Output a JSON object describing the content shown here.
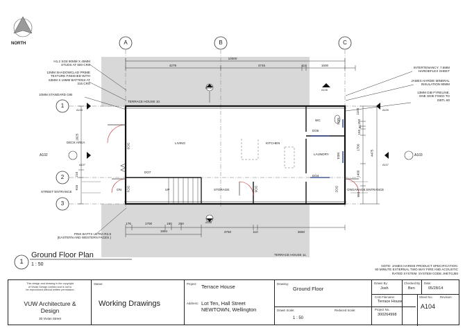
{
  "north": {
    "label": "NORTH"
  },
  "grid": {
    "columns": [
      "A",
      "B",
      "C"
    ],
    "rows": [
      "1",
      "2",
      "3"
    ]
  },
  "dimensions": {
    "overall_top": "10000",
    "top_segments": [
      "4279",
      "3745",
      "110",
      "1600"
    ],
    "bottom_segments": [
      "176",
      "1700",
      "160",
      "250",
      "3750",
      "110",
      "3660"
    ],
    "bottom_sub": "1994",
    "right_stack": [
      "1100",
      "250",
      "80",
      "150",
      "1700",
      "1400",
      "990"
    ],
    "right_total": "4475",
    "left_stack": [
      "1625",
      "210",
      "916"
    ]
  },
  "notes": {
    "studs": "H1.2 SG8 90MM X 45MM\nSTUDS AT 600 CRS",
    "shadowclad": "12MM SHADOWCLAD PRIME\nTEXTURE FINISHED WITH\n63MM X 19MM BATTENS AT\n315 CRS",
    "gib": "10MM STANDARD GIB",
    "intertenancy": "INTERTENANCY: 7.5MM\nHARDIEFLEX SHEET",
    "mineral": "JAMES HARDIE MINERAL\nINSULATION 90MM",
    "fyreline": "13MM GIB FYRELINE.\nONE SIDE FIXED TO\nGBTL 60",
    "batts": "PINK BATTS ULTRA R2.6\n(EASTERN AND WESTERN FACES )",
    "hardie_spec": "NOTE: JAMES HARDIE PRODUCT SPECIFICATION.\n60 MINUTE EXTERNAL TWO WAY FIRE AND ACOUSTIC\nRATED SYSTEM. SYSTEM CODE JHETGJ60"
  },
  "labels": {
    "terrace_top": "TERRACE HOUSE 10.",
    "terrace_bottom": "TERRACE HOUSE 11.",
    "deck": "DECK AREA",
    "living": "LIVING",
    "kitchen": "KITCHEN",
    "laundry": "LAUNDRY",
    "wc": "WC",
    "storage": "STORAGE",
    "street_entrance": "STREET ENTRANCE",
    "garage_entrance": "GARAGE ENTRANCE",
    "up": "UP",
    "on_left": "ON",
    "on_right": "ON"
  },
  "doors": {
    "d03": "DO3",
    "d07": "DO7",
    "d05": "DO5",
    "d04": "DO4",
    "d06": "DO6",
    "d01": "DO1",
    "d02": "DO2",
    "wd2": "WD2",
    "wd1": "WD1"
  },
  "section_tags": {
    "a108_top": "A108",
    "a109_left": "A109",
    "a109_right": "A109",
    "a102": "A102",
    "a107_left": "A107",
    "a107_right": "A107",
    "a103": "A103",
    "a108_bottom": "A108",
    "a108_right": "A108"
  },
  "drawing_title": {
    "number": "1",
    "name": "Ground Floor Plan",
    "scale": "1 : 50"
  },
  "title_block": {
    "copyright": "This design and drawing is the copyright\nof Vivian Design Limited and is not to\nbe reproduced without written permission",
    "company": "VUW Architecture &\nDesign",
    "address_small": "30 Vivian Street",
    "status_label": "Status:",
    "status": "Working Drawings",
    "project_label": "Project:",
    "project": "Terrace House",
    "address_label": "Address:",
    "address": "Lot Ten, Hall Street\nNEWTOWN, Wellington",
    "drawing_label": "Drawing:",
    "drawing": "Ground Floor",
    "drawn_scale_label": "Drawn Scale:",
    "drawn_scale": "1 : 50",
    "reduced_scale_label": "Reduced Scale:",
    "drawn_by_label": "Drawn By:",
    "drawn_by": "Josh",
    "checked_by_label": "Checked By:",
    "checked_by": "Ben",
    "date_label": "Date:",
    "date": "05/28/14",
    "cad_label": "CAD Filename:",
    "cad": "Terrace House",
    "project_no_label": "Project No.:",
    "project_no": "300264998",
    "sheet_no_label": "Sheet No.:",
    "sheet_no": "A104",
    "revision_label": "Revision:"
  }
}
